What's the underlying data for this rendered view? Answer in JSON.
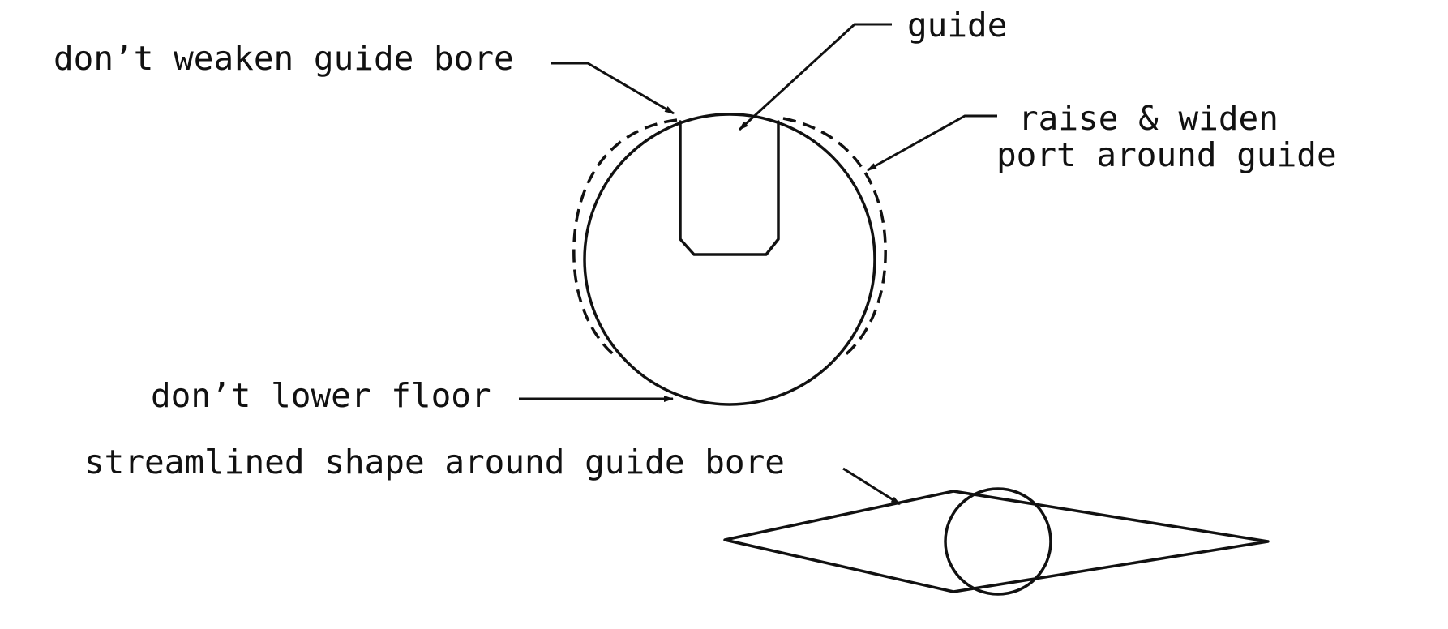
{
  "labels": {
    "guide": "guide",
    "dont_weaken": "don’t weaken guide bore",
    "raise_line1": "raise & widen",
    "raise_line2": "port around guide",
    "dont_lower": "don’t lower floor",
    "streamlined": "streamlined shape around guide bore"
  },
  "colors": {
    "ink": "#111111",
    "paper": "#ffffff"
  }
}
